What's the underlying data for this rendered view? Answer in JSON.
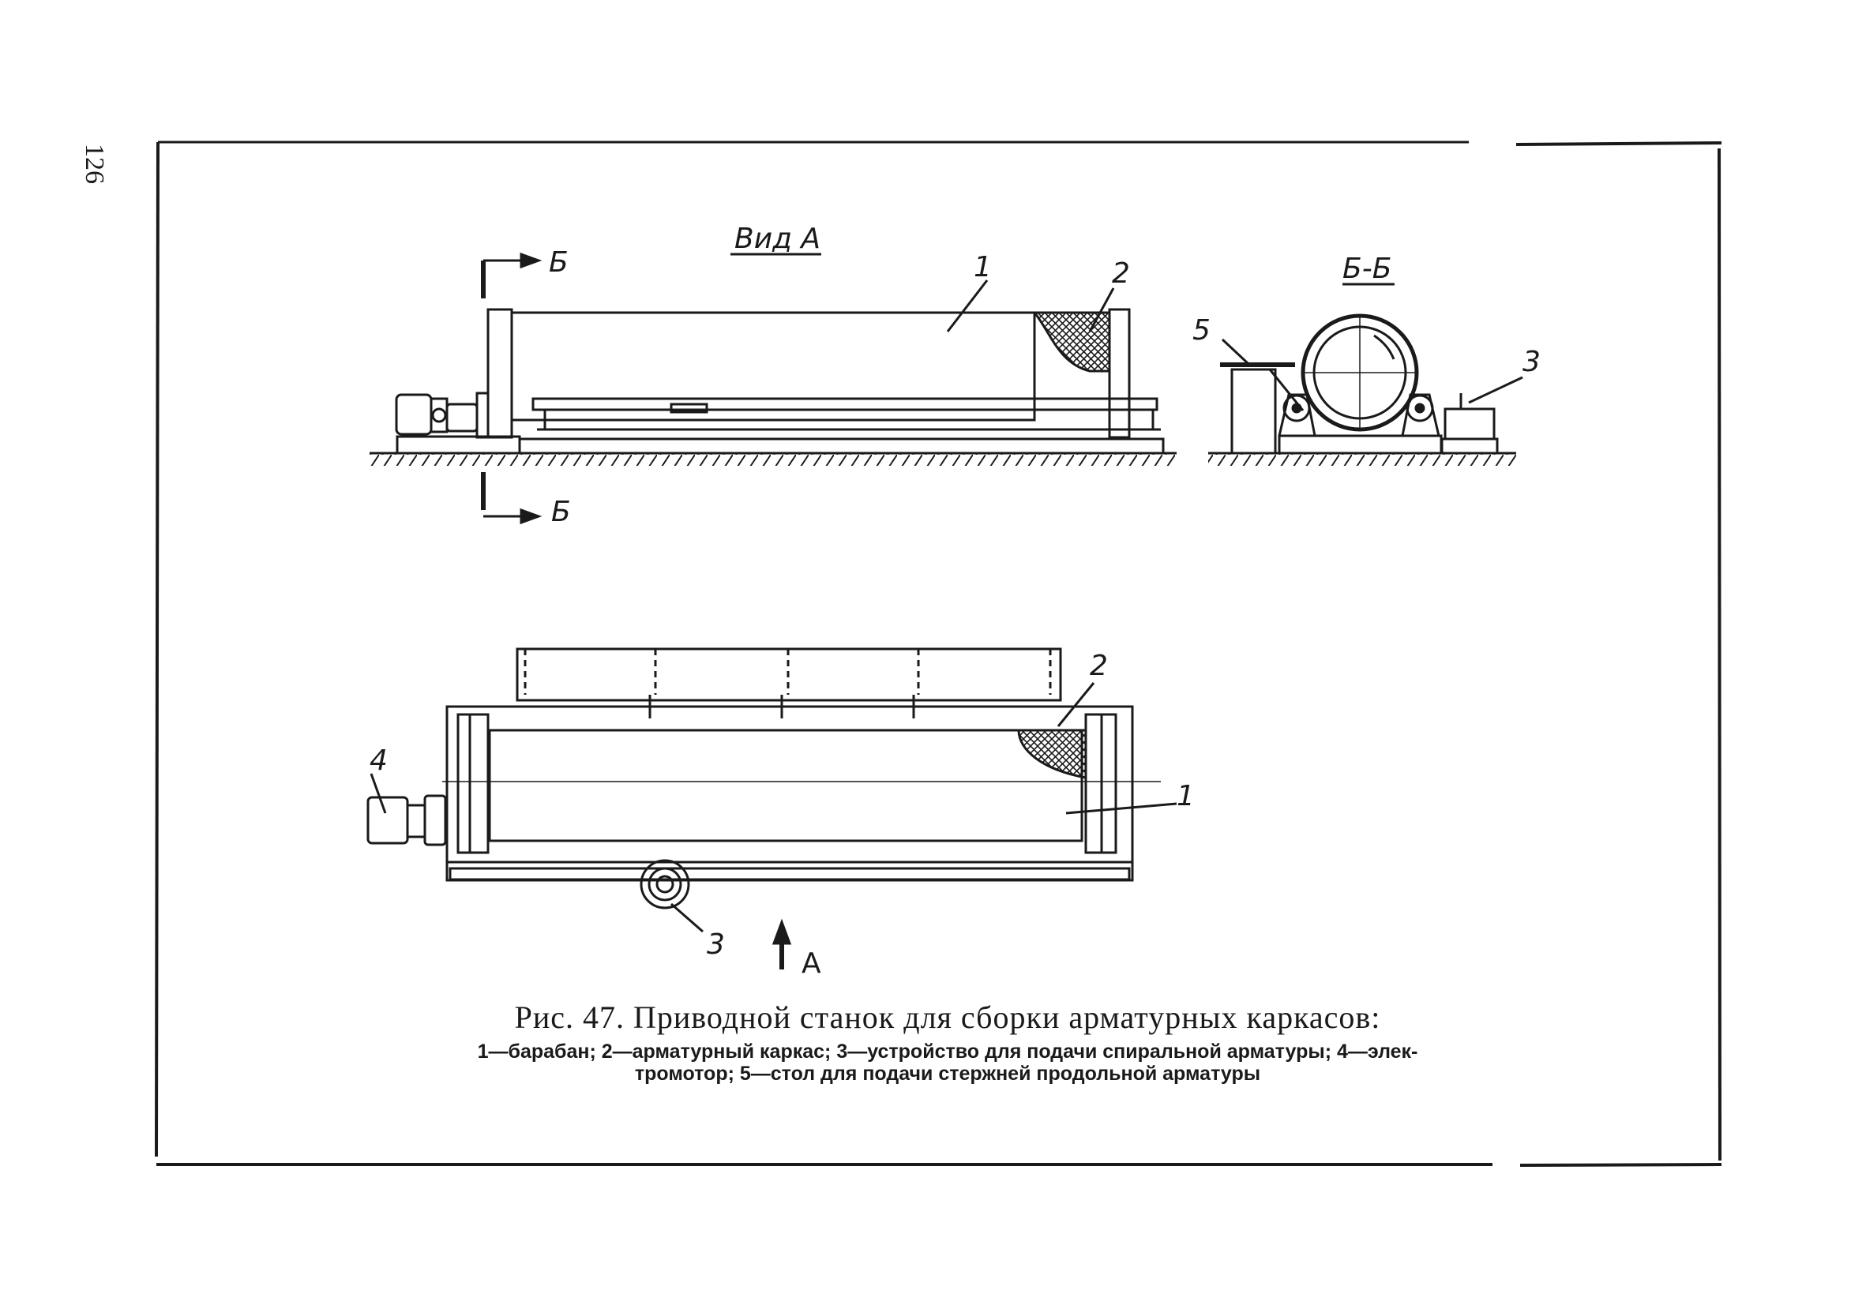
{
  "page_number": "126",
  "views": {
    "view_a_title": "Вид А",
    "section_title": "Б-Б",
    "section_mark": "Б",
    "arrow_a_label": "А"
  },
  "labels": {
    "drum": "1",
    "frame": "2",
    "spiral_feed": "3",
    "motor": "4",
    "rod_table": "5"
  },
  "caption": {
    "title": "Рис. 47. Приводной станок для сборки арматурных каркасов:",
    "legend_line1": "1—барабан; 2—арматурный каркас; 3—устройство для подачи спиральной арматуры; 4—элек-",
    "legend_line2": "тромотор; 5—стол для подачи стержней продольной арматуры"
  }
}
